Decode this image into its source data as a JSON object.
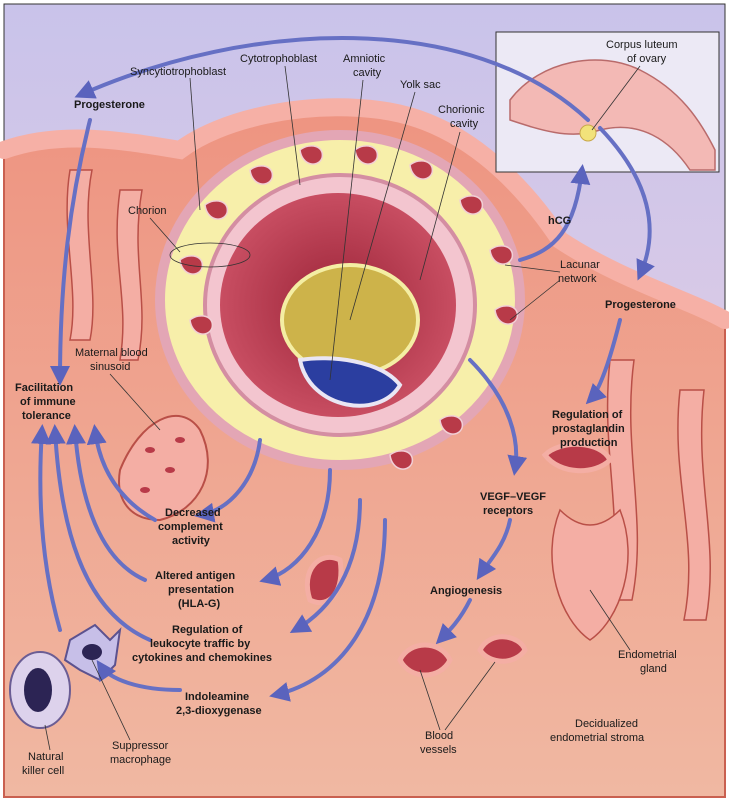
{
  "labels": {
    "progesterone_left": "Progesterone",
    "syncytiotrophoblast": "Syncytiotrophoblast",
    "cytotrophoblast": "Cytotrophoblast",
    "amniotic_cavity": [
      "Amniotic",
      "cavity"
    ],
    "yolk_sac": "Yolk sac",
    "chorionic_cavity": [
      "Chorionic",
      "cavity"
    ],
    "corpus_luteum": [
      "Corpus luteum",
      "of ovary"
    ],
    "chorion": "Chorion",
    "hcg": "hCG",
    "lacunar_network": [
      "Lacunar",
      "network"
    ],
    "progesterone_right": "Progesterone",
    "maternal_blood_sinusoid": [
      "Maternal blood",
      "sinusoid"
    ],
    "facilitation_immune_tolerance": [
      "Facilitation",
      "of immune",
      "tolerance"
    ],
    "regulation_prostaglandin": [
      "Regulation of",
      "prostaglandin",
      "production"
    ],
    "decreased_complement": [
      "Decreased",
      "complement",
      "activity"
    ],
    "vegf": [
      "VEGF–VEGF",
      "receptors"
    ],
    "altered_antigen": [
      "Altered antigen",
      "presentation",
      "(HLA-G)"
    ],
    "angiogenesis": "Angiogenesis",
    "regulation_leukocyte": [
      "Regulation of",
      "leukocyte traffic by",
      "cytokines and chemokines"
    ],
    "endometrial_gland": [
      "Endometrial",
      "gland"
    ],
    "indoleamine": [
      "Indoleamine",
      "2,3-dioxygenase"
    ],
    "decidualized_stroma": [
      "Decidualized",
      "endometrial stroma"
    ],
    "natural_killer_cell": [
      "Natural",
      "killer cell"
    ],
    "suppressor_macrophage": [
      "Suppressor",
      "macrophage"
    ],
    "blood_vessels": [
      "Blood",
      "vessels"
    ]
  },
  "colors": {
    "background_top": "#cfc6ea",
    "stroma": "#e9826e",
    "epithelium": "#f2a7a0",
    "chorionic_fill": "#f7efaa",
    "arrow": "#6670c4",
    "yolk_sac": "#cdb34a",
    "amniotic": "#2b3ea0",
    "sinus": "#b83a48"
  }
}
